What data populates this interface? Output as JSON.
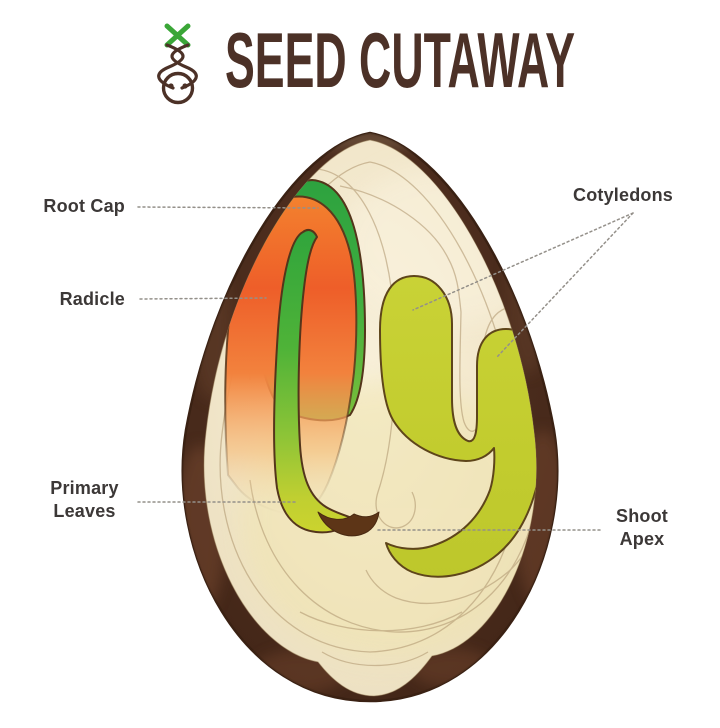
{
  "header": {
    "title": "SEED CUTAWAY",
    "logo": "sprouting-seed-logo"
  },
  "diagram": {
    "labels": {
      "root_cap": "Root Cap",
      "radicle": "Radicle",
      "primary_leaves": "Primary Leaves",
      "cotyledons": "Cotyledons",
      "shoot_apex": "Shoot Apex"
    },
    "colors": {
      "title_brown": "#4c3127",
      "logo_green": "#3aa637",
      "seed_coat_brown": "#4a2a1c",
      "interior_cream": "#f1e6c8",
      "root_cap_green": "#3aa83d",
      "radicle_orange": "#ee5f29",
      "epicotyl_green_to_yellow": "#6cbc36",
      "cotyledon_yellow_green": "#c3cd31",
      "shoot_apex_brown": "#5d3517",
      "label_text": "#3c3837",
      "leader_line_gray": "#94908a"
    }
  }
}
